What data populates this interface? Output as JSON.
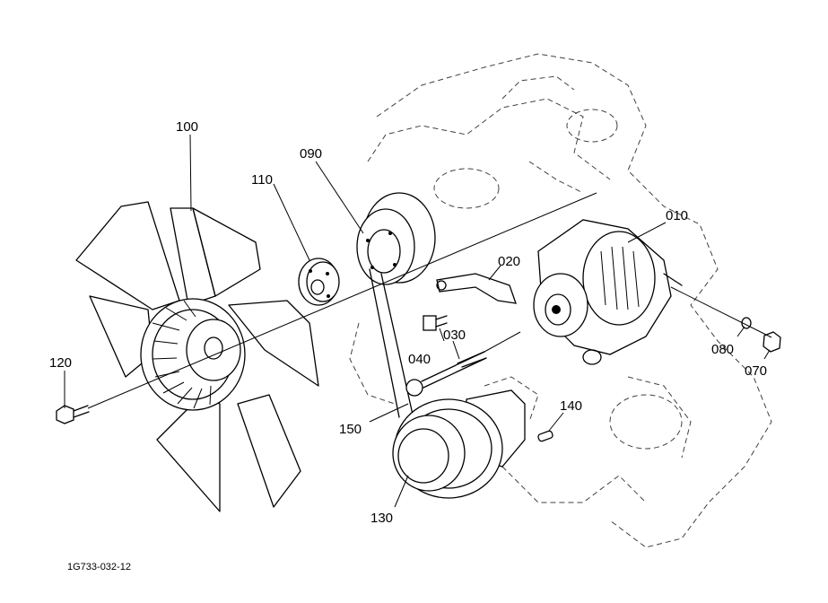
{
  "drawing_code": "1G733-032-12",
  "parts": [
    {
      "label": "010",
      "icon": "alternator-icon"
    },
    {
      "label": "020",
      "icon": "bracket-icon"
    },
    {
      "label": "030",
      "icon": "long-bolt-icon"
    },
    {
      "label": "040",
      "icon": "bolt-icon"
    },
    {
      "label": "070",
      "icon": "nut-icon"
    },
    {
      "label": "080",
      "icon": "washer-icon"
    },
    {
      "label": "090",
      "icon": "pulley-icon"
    },
    {
      "label": "100",
      "icon": "fan-icon"
    },
    {
      "label": "110",
      "icon": "spacer-icon"
    },
    {
      "label": "120",
      "icon": "bolt-icon"
    },
    {
      "label": "130",
      "icon": "crank-pulley-icon"
    },
    {
      "label": "140",
      "icon": "key-icon"
    },
    {
      "label": "150",
      "icon": "v-belt-icon"
    }
  ]
}
